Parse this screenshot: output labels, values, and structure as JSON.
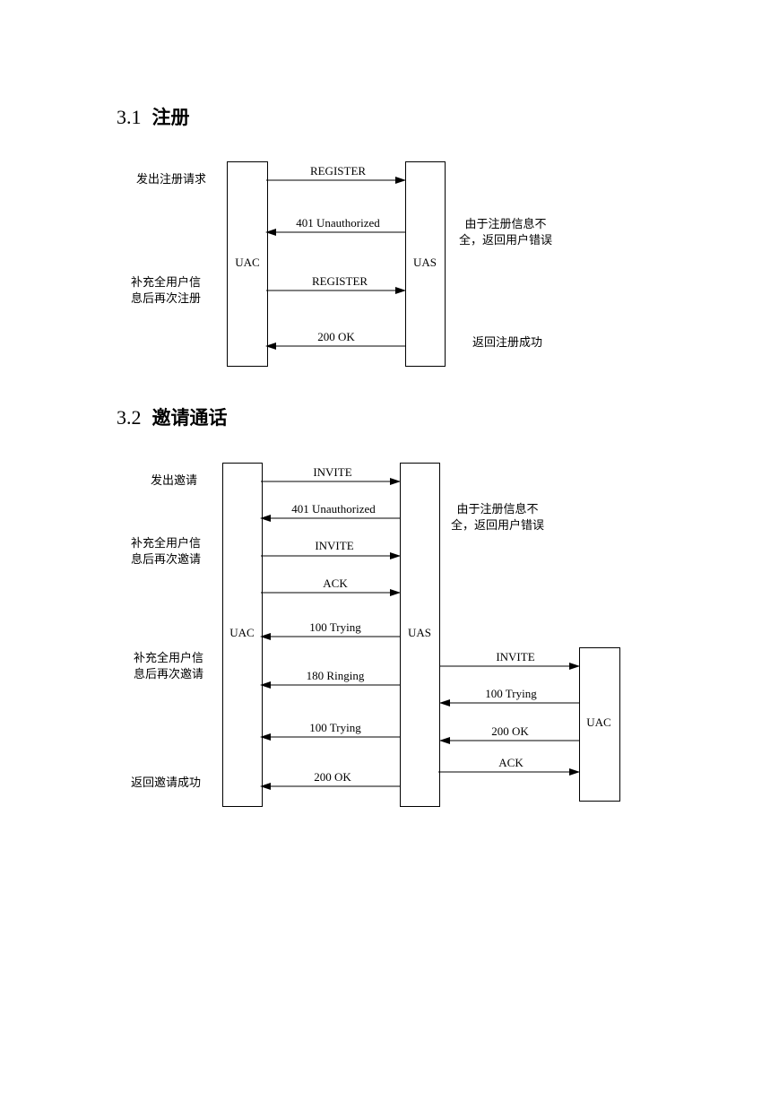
{
  "sec1": {
    "number": "3.1",
    "title": "注册",
    "uac_label": "UAC",
    "uas_label": "UAS",
    "msg1": "REGISTER",
    "msg2": "401 Unauthorized",
    "msg3": "REGISTER",
    "msg4": "200 OK",
    "note_left1": "发出注册请求",
    "note_left2_line1": "补充全用户信",
    "note_left2_line2": "息后再次注册",
    "note_right1_line1": "由于注册信息不",
    "note_right1_line2": "全，返回用户错误",
    "note_right2": "返回注册成功"
  },
  "sec2": {
    "number": "3.2",
    "title": "邀请通话",
    "uac_label": "UAC",
    "uas_label": "UAS",
    "uac2_label": "UAC",
    "msg1": "INVITE",
    "msg2": "401 Unauthorized",
    "msg3": "INVITE",
    "msg4": "ACK",
    "msg5": "100 Trying",
    "msg6": "180 Ringing",
    "msg7": "100 Trying",
    "msg8": "200 OK",
    "r_msg1": "INVITE",
    "r_msg2": "100 Trying",
    "r_msg3": "200 OK",
    "r_msg4": "ACK",
    "note_left1": "发出邀请",
    "note_left2_line1": "补充全用户信",
    "note_left2_line2": "息后再次邀请",
    "note_left3_line1": "补充全用户信",
    "note_left3_line2": "息后再次邀请",
    "note_left4": "返回邀请成功",
    "note_right1_line1": "由于注册信息不",
    "note_right1_line2": "全，返回用户错误"
  }
}
